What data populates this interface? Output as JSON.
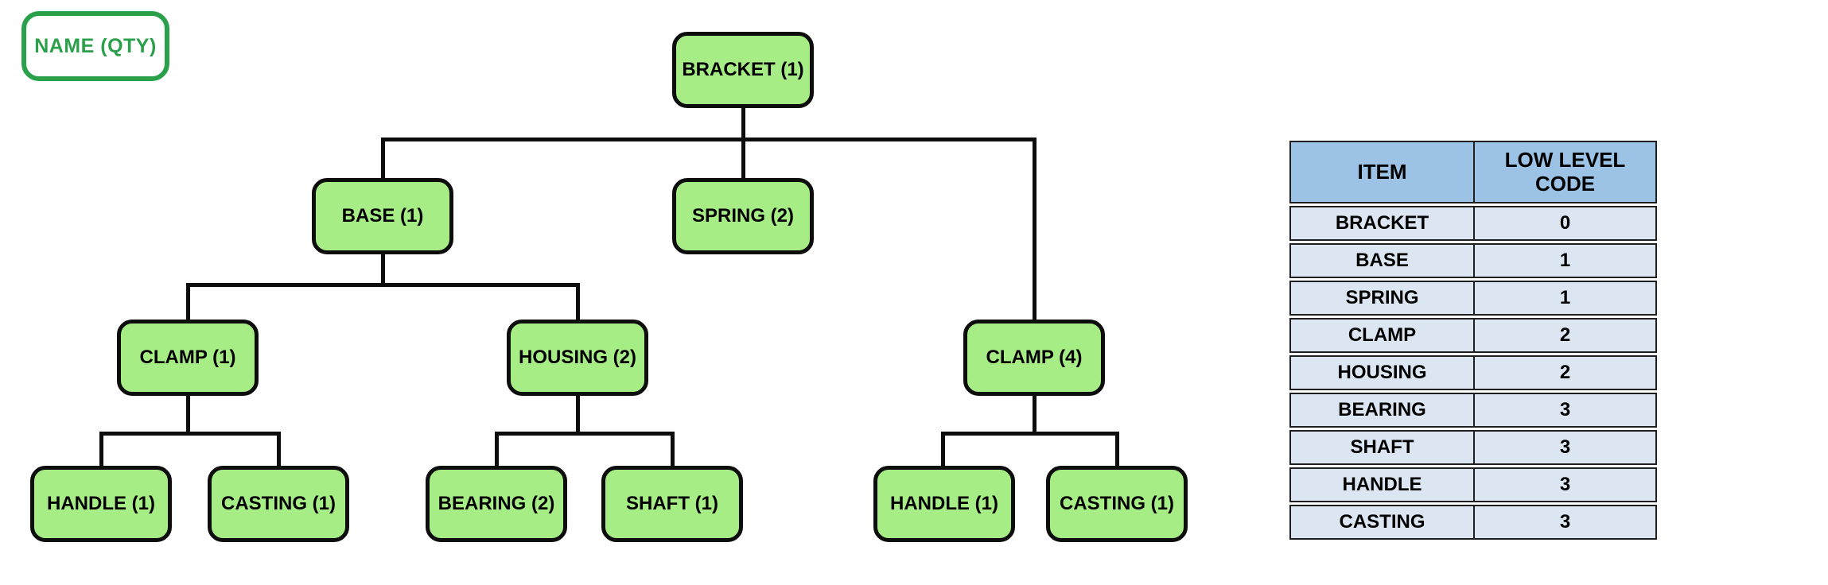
{
  "legend": {
    "label": "NAME (QTY)"
  },
  "colors": {
    "node_fill": "#a7ed85",
    "node_border": "#0d0d0d",
    "legend_green": "#2ba04a",
    "table_header_bg": "#9cc3e5",
    "table_row_bg": "#dce6f2",
    "table_border": "#1f1f1f"
  },
  "tree": {
    "nodes": [
      {
        "id": "bracket",
        "label": "BRACKET (1)"
      },
      {
        "id": "base",
        "label": "BASE (1)"
      },
      {
        "id": "spring",
        "label": "SPRING (2)"
      },
      {
        "id": "clamp_1",
        "label": "CLAMP (1)"
      },
      {
        "id": "housing",
        "label": "HOUSING (2)"
      },
      {
        "id": "clamp_4",
        "label": "CLAMP (4)"
      },
      {
        "id": "handle_left",
        "label": "HANDLE (1)"
      },
      {
        "id": "casting_left",
        "label": "CASTING (1)"
      },
      {
        "id": "bearing",
        "label": "BEARING (2)"
      },
      {
        "id": "shaft",
        "label": "SHAFT (1)"
      },
      {
        "id": "handle_right",
        "label": "HANDLE (1)"
      },
      {
        "id": "casting_right",
        "label": "CASTING (1)"
      }
    ],
    "edges": [
      [
        "bracket",
        "base"
      ],
      [
        "bracket",
        "spring"
      ],
      [
        "bracket",
        "clamp_4"
      ],
      [
        "base",
        "clamp_1"
      ],
      [
        "base",
        "housing"
      ],
      [
        "clamp_1",
        "handle_left"
      ],
      [
        "clamp_1",
        "casting_left"
      ],
      [
        "housing",
        "bearing"
      ],
      [
        "housing",
        "shaft"
      ],
      [
        "clamp_4",
        "handle_right"
      ],
      [
        "clamp_4",
        "casting_right"
      ]
    ]
  },
  "table": {
    "headers": [
      "ITEM",
      "LOW LEVEL CODE"
    ],
    "rows": [
      {
        "item": "BRACKET",
        "code": 0
      },
      {
        "item": "BASE",
        "code": 1
      },
      {
        "item": "SPRING",
        "code": 1
      },
      {
        "item": "CLAMP",
        "code": 2
      },
      {
        "item": "HOUSING",
        "code": 2
      },
      {
        "item": "BEARING",
        "code": 3
      },
      {
        "item": "SHAFT",
        "code": 3
      },
      {
        "item": "HANDLE",
        "code": 3
      },
      {
        "item": "CASTING",
        "code": 3
      }
    ]
  }
}
